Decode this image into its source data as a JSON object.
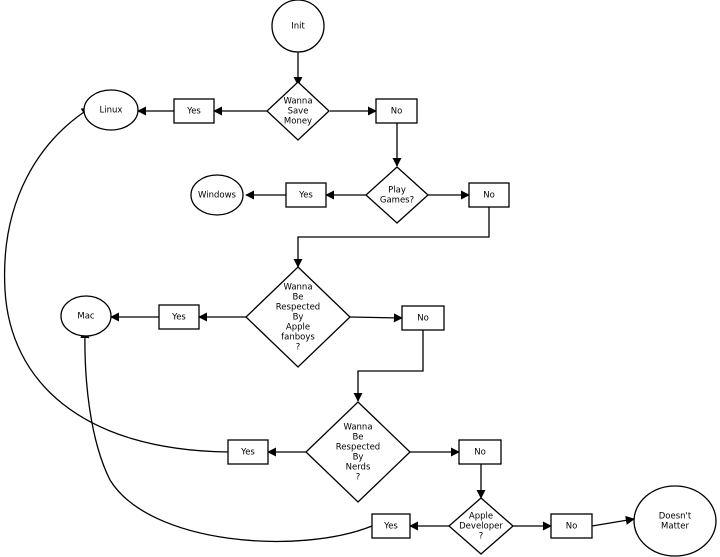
{
  "nodes": {
    "init": {
      "lines": [
        "Init"
      ]
    },
    "linux": {
      "lines": [
        "Linux"
      ]
    },
    "windows": {
      "lines": [
        "Windows"
      ]
    },
    "mac": {
      "lines": [
        "Mac"
      ]
    },
    "doesnt_matter": {
      "lines": [
        "Doesn't",
        "Matter"
      ]
    },
    "q_save_money": {
      "lines": [
        "Wanna",
        "Save",
        "Money"
      ]
    },
    "q_play_games": {
      "lines": [
        "Play",
        "Games?"
      ]
    },
    "q_apple_fanboys": {
      "lines": [
        "Wanna",
        "Be",
        "Respected",
        "By",
        "Apple",
        "fanboys",
        "?"
      ]
    },
    "q_nerds": {
      "lines": [
        "Wanna",
        "Be",
        "Respected",
        "By",
        "Nerds",
        "?"
      ]
    },
    "q_apple_dev": {
      "lines": [
        "Apple",
        "Developer",
        "?"
      ]
    },
    "yes_1": {
      "lines": [
        "Yes"
      ]
    },
    "no_1": {
      "lines": [
        "No"
      ]
    },
    "yes_2": {
      "lines": [
        "Yes"
      ]
    },
    "no_2": {
      "lines": [
        "No"
      ]
    },
    "yes_3": {
      "lines": [
        "Yes"
      ]
    },
    "no_3": {
      "lines": [
        "No"
      ]
    },
    "yes_4": {
      "lines": [
        "Yes"
      ]
    },
    "no_4": {
      "lines": [
        "No"
      ]
    },
    "yes_5": {
      "lines": [
        "Yes"
      ]
    },
    "no_5": {
      "lines": [
        "No"
      ]
    }
  }
}
